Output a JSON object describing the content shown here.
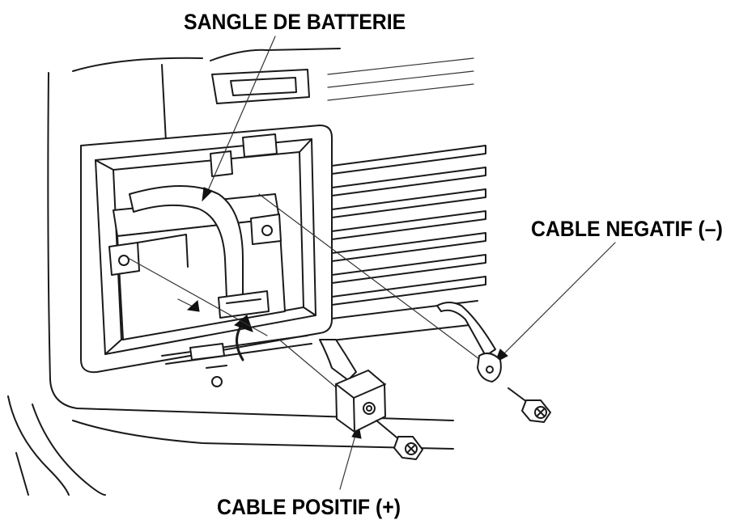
{
  "labels": {
    "battery_strap": "SANGLE DE BATTERIE",
    "negative_cable": "CABLE NEGATIF (–)",
    "positive_cable": "CABLE POSITIF (+)"
  },
  "colors": {
    "line": "#1a1a1a",
    "background": "#ffffff"
  }
}
